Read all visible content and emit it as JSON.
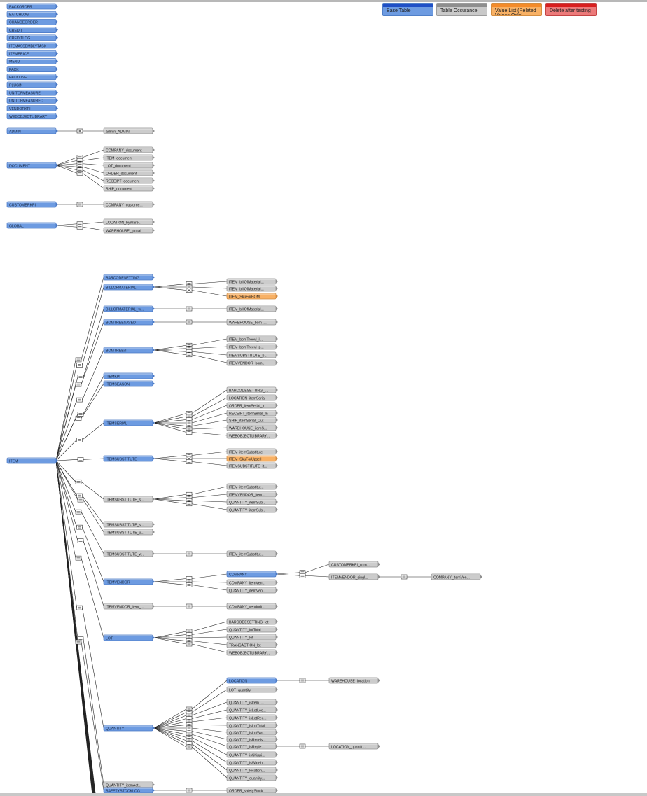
{
  "legend": [
    {
      "label": "Base Table",
      "color": "#6d9be1"
    },
    {
      "label": "Table Occurance",
      "color": "#c9c9c9"
    },
    {
      "label": "Value List (Related Values Only)",
      "color": "#f8b165"
    },
    {
      "label": "Delete after testing",
      "color": "#ec7a7a"
    }
  ],
  "standalone_tables": [
    "BACKORDER",
    "BATCHLOG",
    "CHANGEORDER",
    "CREDIT",
    "CREDITLOG",
    "ITEMASSEMBLYTASK",
    "ITEMPRICE",
    "MENU",
    "PACK",
    "PACKLINE",
    "PLUGIN",
    "UNITOFMEASURE",
    "UNITOFMEASUREC",
    "VENDORKPI",
    "WEBOBJECTLIBRARY"
  ],
  "groups": [
    {
      "name": "ADMIN",
      "kind": "base",
      "children": [
        {
          "name": "admin_ADMIN",
          "kind": "occ",
          "rel": "x"
        }
      ]
    },
    {
      "name": "DOCUMENT",
      "kind": "base",
      "children": [
        {
          "name": "COMPANY_document",
          "kind": "occ",
          "rel": "eq"
        },
        {
          "name": "ITEM_document",
          "kind": "occ",
          "rel": "eq"
        },
        {
          "name": "LOT_document",
          "kind": "occ",
          "rel": "eq"
        },
        {
          "name": "ORDER_document",
          "kind": "occ",
          "rel": "eq"
        },
        {
          "name": "RECEIPT_document",
          "kind": "occ",
          "rel": "eq"
        },
        {
          "name": "SHIP_document",
          "kind": "occ",
          "rel": "eq"
        }
      ]
    },
    {
      "name": "CUSTOMERKPI",
      "kind": "base",
      "children": [
        {
          "name": "COMPANY_custome...",
          "kind": "occ",
          "rel": "eq"
        }
      ]
    },
    {
      "name": "GLOBAL",
      "kind": "base",
      "children": [
        {
          "name": "LOCATION_byWare...",
          "kind": "occ",
          "rel": "eq"
        },
        {
          "name": "WAREHOUSE_global",
          "kind": "occ",
          "rel": "eq"
        }
      ]
    }
  ],
  "item_tree": {
    "name": "ITEM",
    "children": [
      {
        "name": "BARCODESETTING",
        "kind": "base",
        "children": []
      },
      {
        "name": "BILLOFMATERIAL",
        "kind": "base",
        "children": [
          {
            "name": "ITEM_billOfMaterial...",
            "kind": "occ",
            "rel": "eq"
          },
          {
            "name": "ITEM_billOfMaterial...",
            "kind": "occ",
            "rel": "eq"
          },
          {
            "name": "ITEM_SkuForBOM",
            "kind": "vl",
            "rel": "x"
          }
        ]
      },
      {
        "name": "BILLOFMATERIAL_w...",
        "kind": "base",
        "children": [
          {
            "name": "ITEM_billOfMaterial...",
            "kind": "occ",
            "rel": "eq"
          }
        ]
      },
      {
        "name": "BOMTREESAVED",
        "kind": "base",
        "children": [
          {
            "name": "WAREHOUSE_bomT...",
            "kind": "occ",
            "rel": "eq"
          }
        ]
      },
      {
        "name": "BOMTREEvl",
        "kind": "base",
        "children": [
          {
            "name": "ITEM_bomTreevl_it...",
            "kind": "occ",
            "rel": "eq"
          },
          {
            "name": "ITEM_bomTreevl_p...",
            "kind": "occ",
            "rel": "eq"
          },
          {
            "name": "ITEMSUBSTITUTE_b...",
            "kind": "occ",
            "rel": "eq"
          },
          {
            "name": "ITEMVENDOR_bom...",
            "kind": "occ",
            "rel": "eq"
          }
        ]
      },
      {
        "name": "ITEMKPI",
        "kind": "base",
        "children": []
      },
      {
        "name": "ITEMSEASON",
        "kind": "base",
        "children": []
      },
      {
        "name": "ITEMSERIAL",
        "kind": "base",
        "children": [
          {
            "name": "BARCODESETTING_i...",
            "kind": "occ",
            "rel": "eq"
          },
          {
            "name": "LOCATION_itemSerial",
            "kind": "occ",
            "rel": "eq"
          },
          {
            "name": "ORDER_itemSerial_In",
            "kind": "occ",
            "rel": "eq"
          },
          {
            "name": "RECEIPT_itemSerial_In",
            "kind": "occ",
            "rel": "eq"
          },
          {
            "name": "SHIP_itemSerial_Out",
            "kind": "occ",
            "rel": "eq"
          },
          {
            "name": "WAREHOUSE_itemS...",
            "kind": "occ",
            "rel": "eq"
          },
          {
            "name": "WEBOBJECTLIBRARY...",
            "kind": "occ",
            "rel": "eq"
          }
        ]
      },
      {
        "name": "ITEMSUBSTITUTE",
        "kind": "base",
        "children": [
          {
            "name": "ITEM_itemSubstitute",
            "kind": "occ",
            "rel": "eq"
          },
          {
            "name": "ITEM_SkuForUpsell",
            "kind": "vl",
            "rel": "x"
          },
          {
            "name": "ITEMSUBSTITUTE_it...",
            "kind": "occ",
            "rel": "eq"
          }
        ]
      },
      {
        "name": "ITEMSUBSTITUTE_s...",
        "kind": "occ",
        "children": [
          {
            "name": "ITEM_itemSubstitut...",
            "kind": "occ",
            "rel": "eq"
          },
          {
            "name": "ITEMVENDOR_item...",
            "kind": "occ",
            "rel": "eq"
          },
          {
            "name": "QUANTITY_itemSub...",
            "kind": "occ",
            "rel": "eq"
          },
          {
            "name": "QUANTITY_itemSub...",
            "kind": "occ",
            "rel": "eq"
          }
        ]
      },
      {
        "name": "ITEMSUBSTITUTE_s...",
        "kind": "occ",
        "children": []
      },
      {
        "name": "ITEMSUBSTITUTE_u...",
        "kind": "occ",
        "children": []
      },
      {
        "name": "ITEMSUBSTITUTE_w...",
        "kind": "occ",
        "children": [
          {
            "name": "ITEM_itemSubstitut...",
            "kind": "occ",
            "rel": "eq"
          }
        ]
      },
      {
        "name": "ITEMVENDOR",
        "kind": "base",
        "children": [
          {
            "name": "COMPANY",
            "kind": "base",
            "rel": "eq",
            "children": [
              {
                "name": "CUSTOMERKPI_com...",
                "kind": "occ",
                "rel": "eq"
              },
              {
                "name": "ITEMVENDOR_singl...",
                "kind": "occ",
                "rel": "eq",
                "children": [
                  {
                    "name": "COMPANY_itemVen...",
                    "kind": "occ",
                    "rel": "eq"
                  }
                ]
              }
            ]
          },
          {
            "name": "COMPANY_itemVen...",
            "kind": "occ",
            "rel": "eq"
          },
          {
            "name": "QUANTITY_itemVen...",
            "kind": "occ",
            "rel": "eq"
          }
        ]
      },
      {
        "name": "ITEMVENDOR_item_...",
        "kind": "occ",
        "children": [
          {
            "name": "COMPANY_vendorIt...",
            "kind": "occ",
            "rel": "eq"
          }
        ]
      },
      {
        "name": "LOT",
        "kind": "base",
        "children": [
          {
            "name": "BARCODESETTING_lot",
            "kind": "occ",
            "rel": "eq"
          },
          {
            "name": "QUANTITY_lotTotal",
            "kind": "occ",
            "rel": "eq"
          },
          {
            "name": "QUANTITY_lot",
            "kind": "occ",
            "rel": "eq"
          },
          {
            "name": "TRANSACTION_lot",
            "kind": "occ",
            "rel": "eq"
          },
          {
            "name": "WEBOBJECTLIBRARY...",
            "kind": "occ",
            "rel": "eq"
          }
        ]
      },
      {
        "name": "QUANTITY",
        "kind": "base",
        "children": [
          {
            "name": "LOCATION",
            "kind": "base",
            "rel": "eq",
            "children": [
              {
                "name": "WAREHOUSE_location",
                "kind": "occ",
                "rel": "eq"
              }
            ]
          },
          {
            "name": "LOT_quantity",
            "kind": "occ",
            "rel": "eq"
          },
          {
            "name": "QUANTITY_isItemT...",
            "kind": "occ",
            "rel": "eq"
          },
          {
            "name": "QUANTITY_isLotLoc...",
            "kind": "occ",
            "rel": "eq"
          },
          {
            "name": "QUANTITY_isLotRec...",
            "kind": "occ",
            "rel": "eq"
          },
          {
            "name": "QUANTITY_isLotTotal",
            "kind": "occ",
            "rel": "eq"
          },
          {
            "name": "QUANTITY_isLotWa...",
            "kind": "occ",
            "rel": "eq"
          },
          {
            "name": "QUANTITY_isReceiv...",
            "kind": "occ",
            "rel": "eq"
          },
          {
            "name": "QUANTITY_isReple...",
            "kind": "occ",
            "rel": "eq",
            "children": [
              {
                "name": "LOCATION_quantit...",
                "kind": "occ",
                "rel": "eq"
              }
            ]
          },
          {
            "name": "QUANTITY_isShippi...",
            "kind": "occ",
            "rel": "eq"
          },
          {
            "name": "QUANTITY_isWareh...",
            "kind": "occ",
            "rel": "eq"
          },
          {
            "name": "QUANTITY_location...",
            "kind": "occ",
            "rel": "eq"
          },
          {
            "name": "QUANTITY_quantity...",
            "kind": "occ",
            "rel": "eq"
          }
        ]
      },
      {
        "name": "QUANTITY_itemAct...",
        "kind": "occ",
        "children": []
      },
      {
        "name": "SAFETYSTOCKLOG",
        "kind": "base",
        "children": [
          {
            "name": "ORDER_safetyStock",
            "kind": "occ",
            "rel": "eq"
          }
        ]
      }
    ]
  }
}
